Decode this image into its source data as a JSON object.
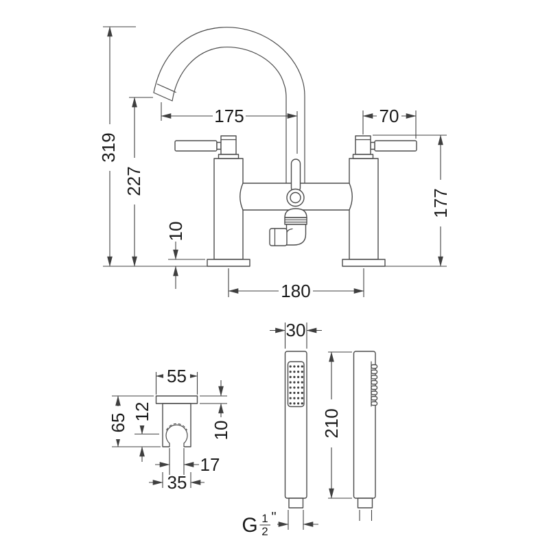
{
  "colors": {
    "background": "#ffffff",
    "line": "#4a4a4a",
    "text": "#1b1b1b"
  },
  "tap_front_view": {
    "dims": {
      "overall_height": "319",
      "spout_outlet_height": "227",
      "spout_reach": "175",
      "handle_projection": "70",
      "body_height": "177",
      "base_plate_thickness": "10",
      "fixing_centres": "180"
    }
  },
  "wall_bracket_view": {
    "dims": {
      "width": "55",
      "plate_thickness": "10",
      "height": "65",
      "cradle_offset": "12",
      "slot_width": "17",
      "body_width": "35"
    }
  },
  "handset_views": {
    "dims": {
      "width": "30",
      "length": "210"
    },
    "thread_label": {
      "prefix": "G",
      "fraction_numerator": "1",
      "fraction_denominator": "2",
      "unit_mark": "\""
    }
  }
}
